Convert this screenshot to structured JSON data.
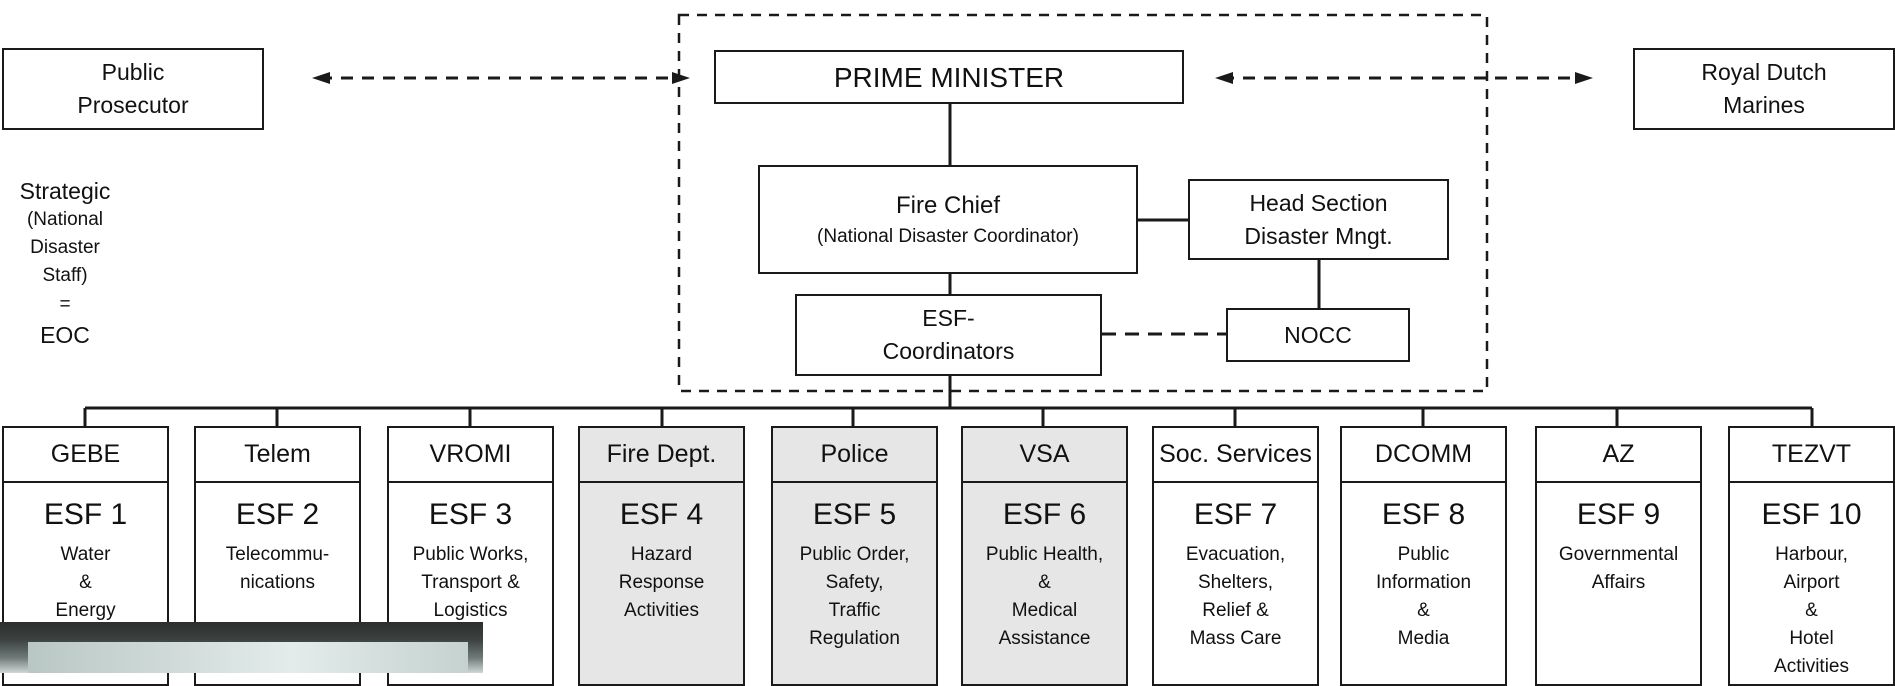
{
  "top": {
    "public_prosecutor": "Public\nProsecutor",
    "prime_minister": "PRIME MINISTER",
    "royal_marines": "Royal Dutch\nMarines",
    "fire_chief_title": "Fire Chief",
    "fire_chief_sub": "(National Disaster Coordinator)",
    "head_section": "Head Section\nDisaster Mngt.",
    "esf_coordinators": "ESF-\nCoordinators",
    "nocc": "NOCC"
  },
  "strategic": {
    "line1": "Strategic",
    "line2": "(National\nDisaster\nStaff)",
    "line3": "=",
    "line4": "EOC"
  },
  "esf": [
    {
      "agency": "GEBE",
      "number": "ESF 1",
      "desc": "Water\n&\nEnergy",
      "shaded": false
    },
    {
      "agency": "Telem",
      "number": "ESF 2",
      "desc": "Telecommu-\nnications",
      "shaded": false
    },
    {
      "agency": "VROMI",
      "number": "ESF 3",
      "desc": "Public Works,\nTransport &\nLogistics",
      "shaded": false
    },
    {
      "agency": "Fire Dept.",
      "number": "ESF 4",
      "desc": "Hazard\nResponse\nActivities",
      "shaded": true
    },
    {
      "agency": "Police",
      "number": "ESF 5",
      "desc": "Public Order,\nSafety,\nTraffic\nRegulation",
      "shaded": true
    },
    {
      "agency": "VSA",
      "number": "ESF 6",
      "desc": "Public Health,\n&\nMedical\nAssistance",
      "shaded": true
    },
    {
      "agency": "Soc. Services",
      "number": "ESF 7",
      "desc": "Evacuation,\nShelters,\nRelief &\nMass Care",
      "shaded": false
    },
    {
      "agency": "DCOMM",
      "number": "ESF 8",
      "desc": "Public\nInformation\n&\nMedia",
      "shaded": false
    },
    {
      "agency": "AZ",
      "number": "ESF 9",
      "desc": "Governmental\nAffairs",
      "shaded": false
    },
    {
      "agency": "TEZVT",
      "number": "ESF 10",
      "desc": "Harbour,\nAirport\n&\nHotel\nActivities",
      "shaded": false
    }
  ]
}
